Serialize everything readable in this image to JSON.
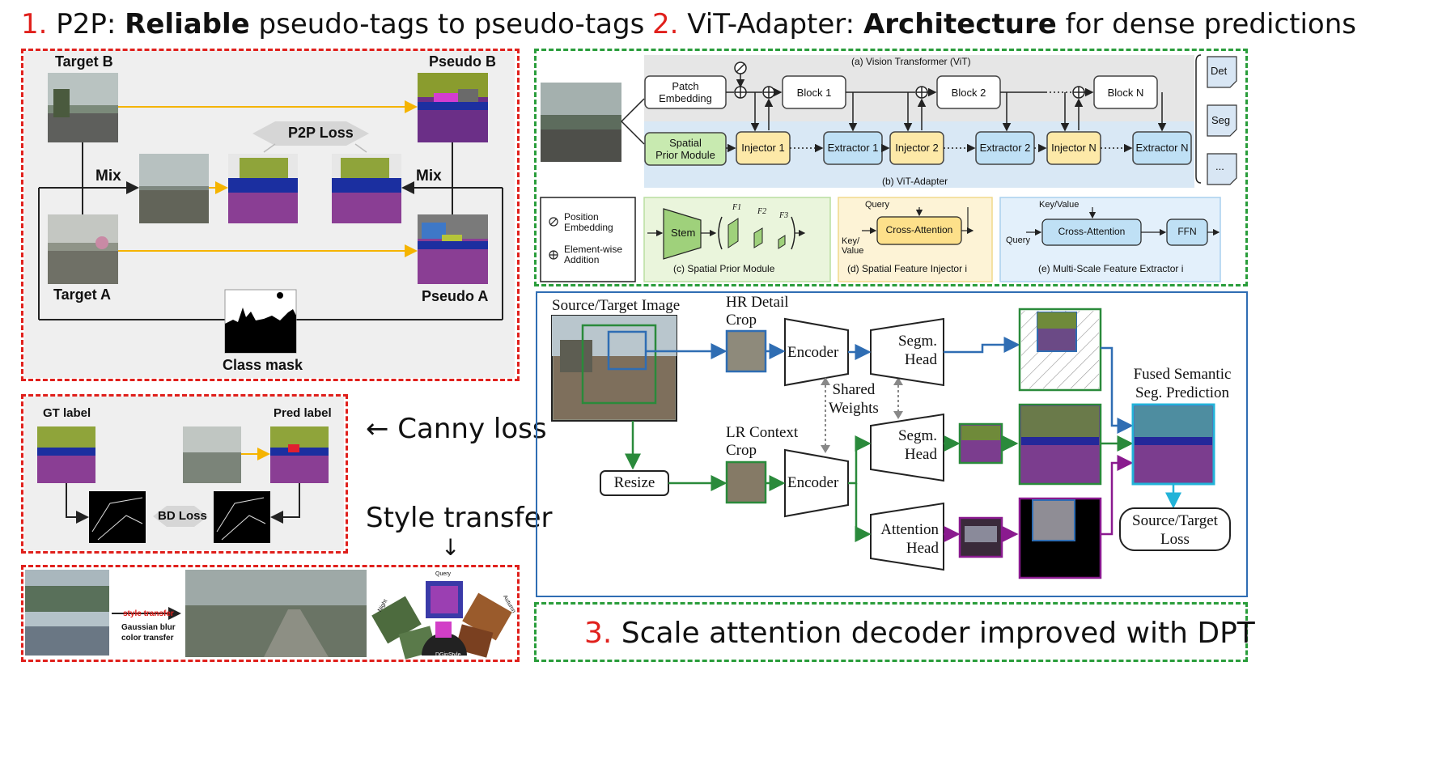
{
  "section1": {
    "num": "1.",
    "pre": " P2P: ",
    "bold": "Reliable",
    "post": " pseudo-tags to pseudo-tags",
    "target_b": "Target B",
    "pseudo_b": "Pseudo B",
    "target_a": "Target A",
    "pseudo_a": "Pseudo A",
    "mix_left": "Mix",
    "mix_right": "Mix",
    "loss": "P2P Loss",
    "class_mask": "Class mask"
  },
  "canny": {
    "gt_label": "GT label",
    "pred_label": "Pred label",
    "bd_loss": "BD Loss",
    "caption": "← Canny loss"
  },
  "style": {
    "caption": "Style transfer",
    "arrow": "↓",
    "style_transfer": "style transfer",
    "gaussian": "Gaussian blur",
    "color": "color transfer",
    "query": "Query",
    "night": "Night",
    "autumn": "Autumn",
    "dolstyle": "DGinStyle"
  },
  "section2": {
    "num": "2.",
    "pre": " ViT-Adapter: ",
    "bold": "Architecture",
    "post": " for dense predictions",
    "vit_label": "(a) Vision Transformer (ViT)",
    "adapter_label": "(b) ViT-Adapter",
    "patch": [
      "Patch",
      "Embedding"
    ],
    "spm": [
      "Spatial",
      "Prior Module"
    ],
    "block1": "Block 1",
    "block2": "Block 2",
    "blockn": "Block N",
    "injector1": "Injector 1",
    "injector2": "Injector 2",
    "injectorn": "Injector N",
    "extractor1": "Extractor 1",
    "extractor2": "Extractor 2",
    "extractorn": "Extractor N",
    "det": "Det",
    "seg": "Seg",
    "dots": "...",
    "pos_emb": [
      "Position",
      "Embedding"
    ],
    "elem_add": [
      "Element-wise",
      "Addition"
    ],
    "stem": "Stem",
    "f1": "F1",
    "f2": "F2",
    "f3": "F3",
    "spm_caption": "(c) Spatial Prior Module",
    "inj_caption": "(d) Spatial Feature Injector i",
    "ext_caption": "(e) Multi-Scale Feature Extractor i",
    "query": "Query",
    "key_value": [
      "Key/",
      "Value"
    ],
    "key_value2": "Key/Value",
    "query2": "Query",
    "cross_attention": "Cross-Attention",
    "ffn": "FFN"
  },
  "section3": {
    "num": "3.",
    "text": " Scale attention decoder improved with DPT",
    "source_image": "Source/Target Image",
    "hr_crop": [
      "HR Detail",
      "Crop"
    ],
    "lr_crop": [
      "LR Context",
      "Crop"
    ],
    "encoder_top": "Encoder",
    "encoder_bottom": "Encoder",
    "shared": [
      "Shared",
      "Weights"
    ],
    "segm_head_top": [
      "Segm.",
      "Head"
    ],
    "segm_head_bottom": [
      "Segm.",
      "Head"
    ],
    "attention_head": [
      "Attention",
      "Head"
    ],
    "resize": "Resize",
    "fused": [
      "Fused Semantic",
      "Seg. Prediction"
    ],
    "loss": [
      "Source/Target",
      "Loss"
    ]
  },
  "colors": {
    "red": "#e0201c",
    "green": "#2a9d3b",
    "blue": "#2f6db3",
    "purple": "#8a1a8f",
    "cyan": "#22b3d8",
    "orange": "#f5b400"
  }
}
